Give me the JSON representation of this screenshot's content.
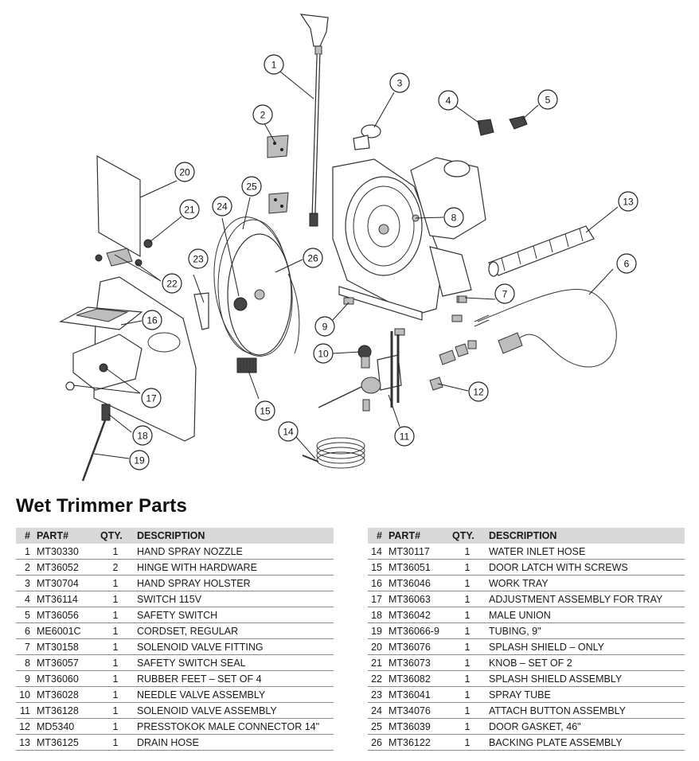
{
  "title": "Wet Trimmer Parts",
  "headers": {
    "num": "#",
    "part": "PART#",
    "qty": "QTY.",
    "desc": "DESCRIPTION"
  },
  "callouts": [
    "1",
    "2",
    "3",
    "4",
    "5",
    "6",
    "7",
    "8",
    "9",
    "10",
    "11",
    "12",
    "13",
    "14",
    "15",
    "16",
    "17",
    "18",
    "19",
    "20",
    "21",
    "22",
    "23",
    "24",
    "25",
    "26"
  ],
  "parts_left": [
    {
      "num": "1",
      "part": "MT30330",
      "qty": "1",
      "desc": "HAND SPRAY NOZZLE"
    },
    {
      "num": "2",
      "part": "MT36052",
      "qty": "2",
      "desc": "HINGE WITH HARDWARE"
    },
    {
      "num": "3",
      "part": "MT30704",
      "qty": "1",
      "desc": "HAND SPRAY HOLSTER"
    },
    {
      "num": "4",
      "part": "MT36114",
      "qty": "1",
      "desc": "SWITCH 115V"
    },
    {
      "num": "5",
      "part": "MT36056",
      "qty": "1",
      "desc": "SAFETY SWITCH"
    },
    {
      "num": "6",
      "part": "ME6001C",
      "qty": "1",
      "desc": "CORDSET, REGULAR"
    },
    {
      "num": "7",
      "part": "MT30158",
      "qty": "1",
      "desc": "SOLENOID VALVE FITTING"
    },
    {
      "num": "8",
      "part": "MT36057",
      "qty": "1",
      "desc": "SAFETY SWITCH SEAL"
    },
    {
      "num": "9",
      "part": "MT36060",
      "qty": "1",
      "desc": "RUBBER FEET – SET OF 4"
    },
    {
      "num": "10",
      "part": "MT36028",
      "qty": "1",
      "desc": "NEEDLE VALVE ASSEMBLY"
    },
    {
      "num": "11",
      "part": "MT36128",
      "qty": "1",
      "desc": "SOLENOID VALVE ASSEMBLY"
    },
    {
      "num": "12",
      "part": "MD5340",
      "qty": "1",
      "desc": "PRESSTOKOK MALE CONNECTOR 14\""
    },
    {
      "num": "13",
      "part": "MT36125",
      "qty": "1",
      "desc": "DRAIN HOSE"
    }
  ],
  "parts_right": [
    {
      "num": "14",
      "part": "MT30117",
      "qty": "1",
      "desc": "WATER INLET HOSE"
    },
    {
      "num": "15",
      "part": "MT36051",
      "qty": "1",
      "desc": "DOOR LATCH WITH SCREWS"
    },
    {
      "num": "16",
      "part": "MT36046",
      "qty": "1",
      "desc": "WORK TRAY"
    },
    {
      "num": "17",
      "part": "MT36063",
      "qty": "1",
      "desc": "ADJUSTMENT ASSEMBLY FOR TRAY"
    },
    {
      "num": "18",
      "part": "MT36042",
      "qty": "1",
      "desc": "MALE UNION"
    },
    {
      "num": "19",
      "part": "MT36066-9",
      "qty": "1",
      "desc": "TUBING, 9\""
    },
    {
      "num": "20",
      "part": "MT36076",
      "qty": "1",
      "desc": "SPLASH SHIELD – ONLY"
    },
    {
      "num": "21",
      "part": "MT36073",
      "qty": "1",
      "desc": "KNOB – SET OF 2"
    },
    {
      "num": "22",
      "part": "MT36082",
      "qty": "1",
      "desc": "SPLASH SHIELD ASSEMBLY"
    },
    {
      "num": "23",
      "part": "MT36041",
      "qty": "1",
      "desc": "SPRAY TUBE"
    },
    {
      "num": "24",
      "part": "MT34076",
      "qty": "1",
      "desc": "ATTACH BUTTON ASSEMBLY"
    },
    {
      "num": "25",
      "part": "MT36039",
      "qty": "1",
      "desc": "DOOR GASKET, 46\""
    },
    {
      "num": "26",
      "part": "MT36122",
      "qty": "1",
      "desc": "BACKING PLATE ASSEMBLY"
    }
  ]
}
